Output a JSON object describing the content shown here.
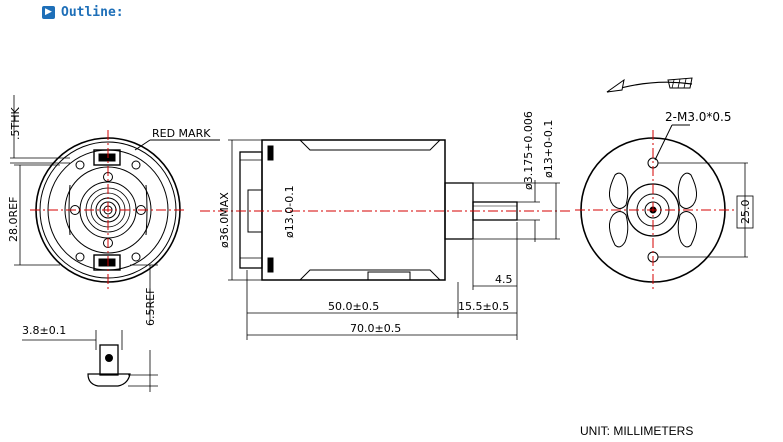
{
  "header": {
    "title": "Outline:",
    "icon": "play-arrow-icon"
  },
  "labels": {
    "thk": ".5THK",
    "red_mark": "RED MARK",
    "ref28": "28.0REF",
    "max36": "ø36.0MAX",
    "dia13_body": "ø13.0-0.1",
    "ref65": "6.5REF",
    "w38": "3.8±0.1",
    "shaft": "ø3.175+0.006",
    "dia13_boss": "ø13+0-0.1",
    "holes": "2-M3.0*0.5",
    "d25": "25.0",
    "d45": "4.5",
    "d50": "50.0±0.5",
    "d155": "15.5±0.5",
    "d70": "70.0±0.5",
    "unit": "UNIT: MILLIMETERS"
  },
  "colors": {
    "center_line": "#d40000",
    "outline": "#000000",
    "title": "#1e6fb8"
  }
}
